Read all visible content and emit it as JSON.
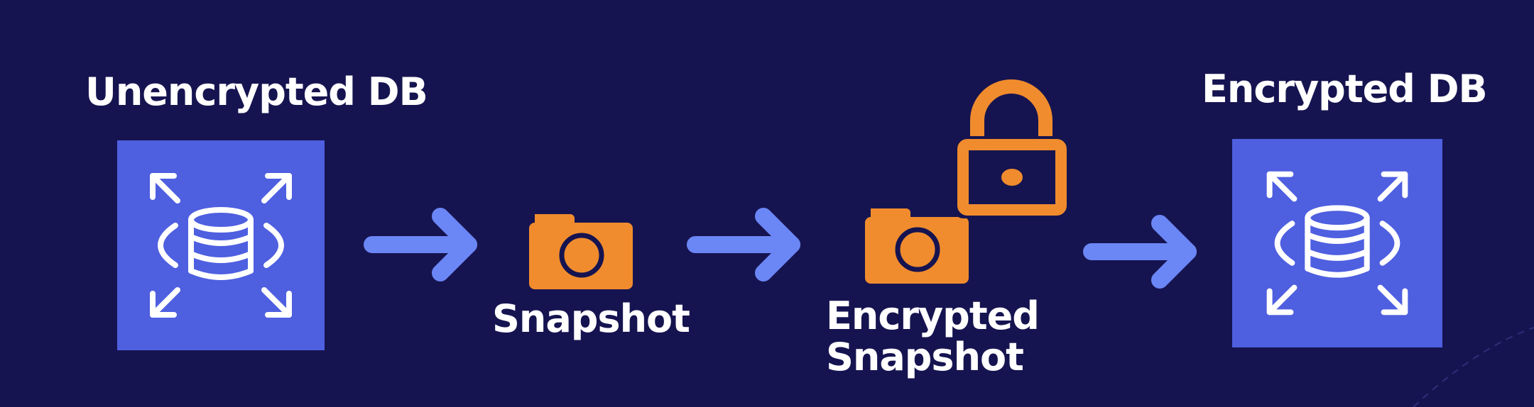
{
  "nodes": {
    "source": {
      "label": "Unencrypted DB",
      "icon": "database-icon"
    },
    "snapshot": {
      "label": "Snapshot",
      "icon": "camera-icon"
    },
    "encrypted_snapshot": {
      "label_line1": "Encrypted",
      "label_line2": "Snapshot",
      "icons": [
        "camera-icon",
        "padlock-icon"
      ]
    },
    "target": {
      "label": "Encrypted DB",
      "icon": "database-icon"
    }
  },
  "colors": {
    "background": "#161450",
    "db_box": "#4e5fe0",
    "arrow": "#6b86f5",
    "icon_orange": "#f08c2d",
    "text": "#ffffff"
  }
}
